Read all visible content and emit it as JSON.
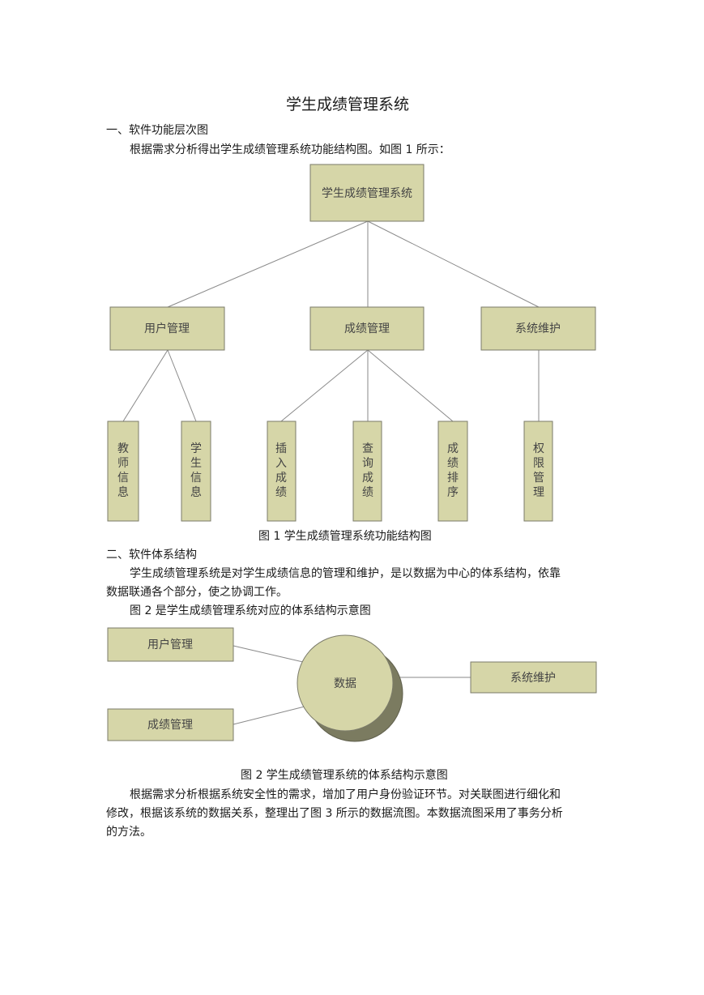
{
  "doc": {
    "title": "学生成绩管理系统",
    "sec1_heading": "一、软件功能层次图",
    "sec1_para": "根据需求分析得出学生成绩管理系统功能结构图。如图 1 所示：",
    "fig1_caption": "图 1 学生成绩管理系统功能结构图",
    "sec2_heading": "二、软件体系结构",
    "sec2_para_line1": "学生成绩管理系统是对学生成绩信息的管理和维护，是以数据为中心的体系结构，依靠",
    "sec2_para_line2": "数据联通各个部分，使之协调工作。",
    "sec2_para2": "图 2 是学生成绩管理系统对应的体系结构示意图",
    "fig2_caption": "图 2 学生成绩管理系统的体系结构示意图",
    "para3_line1": "根据需求分析根据系统安全性的需求，增加了用户身份验证环节。对关联图进行细化和",
    "para3_line2": "修改，根据该系统的数据关系，整理出了图 3 所示的数据流图。本数据流图采用了事务分析",
    "para3_line3": "的方法。"
  },
  "fig1": {
    "root": "学生成绩管理系统",
    "level2": [
      "用户管理",
      "成绩管理",
      "系统维护"
    ],
    "leaves": [
      "教师信息",
      "学生信息",
      "插入成绩",
      "查询成绩",
      "成绩排序",
      "权限管理"
    ]
  },
  "fig2": {
    "center": "数据",
    "nodes": [
      "用户管理",
      "成绩管理",
      "系统维护"
    ]
  },
  "colors": {
    "box_fill": "#d6d6a8",
    "box_stroke": "#7b7b6a",
    "circle_shadow": "#7b7b60"
  }
}
